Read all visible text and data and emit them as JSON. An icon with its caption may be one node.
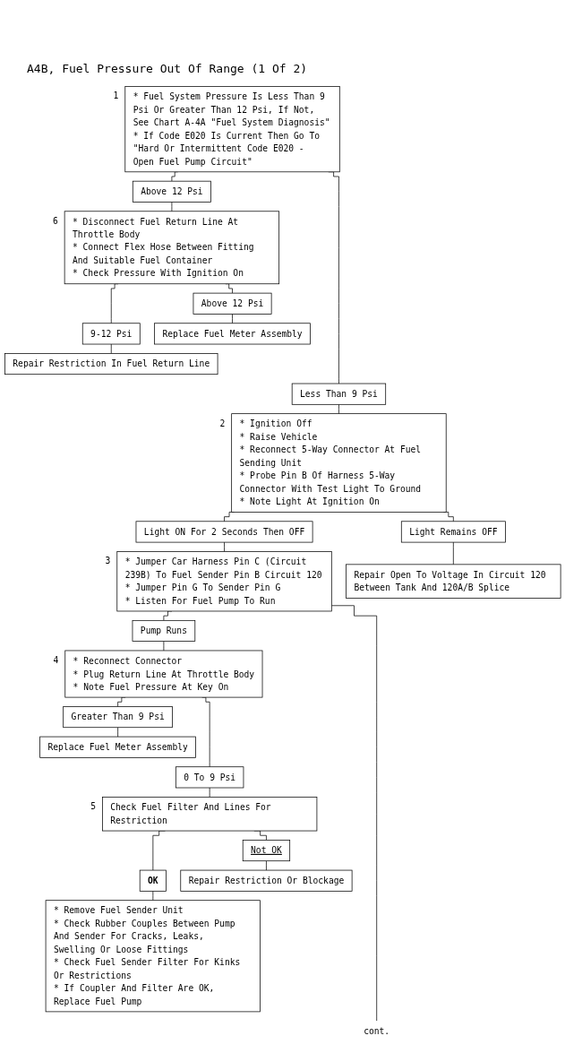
{
  "diagram": {
    "title": "A4B, Fuel Pressure Out Of Range (1 Of 2)",
    "nodes": [
      {
        "text": [
          "* Fuel System Pressure Is Less Than 9 Psi Or Greater Than 12 Psi, If Not, See Chart A-4A \"Fuel System Diagnosis\"",
          "* If Code E020 Is Current Then Go To \"Hard Or Intermittent Code E020 - Open Fuel Pump Circuit\""
        ],
        "beside": [
          "1"
        ]
      },
      {
        "text": [
          "Above 12 Psi"
        ]
      },
      {
        "text": [
          "* Disconnect Fuel Return Line At Throttle Body",
          "* Connect Flex Hose Between Fitting And Suitable Fuel Container",
          "* Check Pressure With Ignition On"
        ],
        "beside": [
          "6"
        ]
      },
      {
        "text": [
          "Above 12 Psi"
        ]
      },
      {
        "text": [
          "9-12 Psi"
        ]
      },
      {
        "text": [
          "Replace Fuel Meter Assembly"
        ]
      },
      {
        "text": [
          "Repair Restriction In Fuel Return Line"
        ]
      },
      {
        "text": [
          "Less Than 9 Psi"
        ]
      },
      {
        "text": [
          "* Ignition Off",
          "* Raise Vehicle",
          "* Reconnect 5-Way Connector At Fuel Sending Unit",
          "* Probe Pin B Of Harness 5-Way Connector With Test Light To Ground",
          "* Note Light At Ignition On"
        ],
        "beside": [
          "2"
        ]
      },
      {
        "text": [
          "Light ON For 2 Seconds Then OFF"
        ]
      },
      {
        "text": [
          "Light Remains OFF"
        ]
      },
      {
        "text": [
          "* Jumper Car Harness Pin C (Circuit 239B) To Fuel Sender Pin B Circuit 120",
          "* Jumper Pin G To Sender Pin G",
          "* Listen For Fuel Pump To Run"
        ],
        "beside": [
          "3"
        ]
      },
      {
        "text": [
          "Repair Open To Voltage In Circuit 120 Between Tank And 120A/B Splice"
        ]
      },
      {
        "text": [
          "Pump Runs"
        ]
      },
      {
        "text": [
          "* Reconnect Connector",
          "* Plug Return Line At Throttle Body",
          "* Note Fuel Pressure At Key On"
        ],
        "beside": [
          "4"
        ]
      },
      {
        "text": [
          "Greater Than 9 Psi"
        ]
      },
      {
        "text": [
          "Replace Fuel Meter Assembly"
        ]
      },
      {
        "text": [
          "0 To 9 Psi"
        ]
      },
      {
        "text": [
          "Check Fuel Filter And Lines For Restriction"
        ],
        "beside": [
          "5"
        ]
      },
      {
        "text": [
          "Not OK"
        ]
      },
      {
        "text": [
          "OK"
        ]
      },
      {
        "text": [
          "Repair Restriction Or Blockage"
        ]
      },
      {
        "text": [
          "* Remove Fuel Sender Unit",
          "* Check Rubber Couples Between Pump And Sender For Cracks, Leaks, Swelling Or Loose Fittings",
          "* Check Fuel Sender Filter For Kinks Or Restrictions",
          "* If Coupler And Filter Are OK, Replace Fuel Pump"
        ]
      },
      {
        "text": [
          "cont."
        ]
      }
    ],
    "edges": [
      {
        "from": 0,
        "to": 1,
        "arrow": "none"
      },
      {
        "from": 0,
        "to": 7,
        "arrow": "none"
      },
      {
        "from": 1,
        "to": 2,
        "arrow": "none"
      },
      {
        "from": 2,
        "to": 3,
        "arrow": "none"
      },
      {
        "from": 2,
        "to": 4,
        "arrow": "none"
      },
      {
        "from": 3,
        "to": 5,
        "arrow": "none"
      },
      {
        "from": 4,
        "to": 6,
        "arrow": "none"
      },
      {
        "from": 7,
        "to": 8,
        "arrow": "none"
      },
      {
        "from": 8,
        "to": 9,
        "arrow": "none"
      },
      {
        "from": 8,
        "to": 10,
        "arrow": "none"
      },
      {
        "from": 9,
        "to": 11,
        "arrow": "none"
      },
      {
        "from": 10,
        "to": 12,
        "arrow": "none"
      },
      {
        "from": 11,
        "to": 13,
        "arrow": "none"
      },
      {
        "from": 11,
        "to": 23,
        "arrow": "none"
      },
      {
        "from": 13,
        "to": 14,
        "arrow": "none"
      },
      {
        "from": 14,
        "to": 15,
        "arrow": "none"
      },
      {
        "from": 14,
        "to": 17,
        "arrow": "none"
      },
      {
        "from": 15,
        "to": 16,
        "arrow": "none"
      },
      {
        "from": 17,
        "to": 18,
        "arrow": "none"
      },
      {
        "from": 18,
        "to": 19,
        "arrow": "none"
      },
      {
        "from": 18,
        "to": 20,
        "arrow": "none"
      },
      {
        "from": 19,
        "to": 21,
        "arrow": "none"
      },
      {
        "from": 20,
        "to": 22,
        "arrow": "none"
      }
    ]
  }
}
